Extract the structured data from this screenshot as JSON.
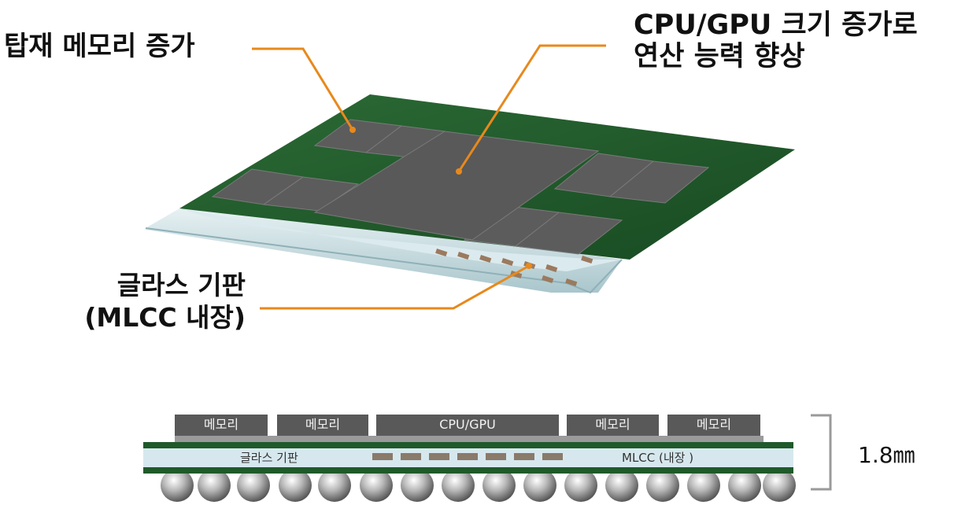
{
  "callouts": {
    "memory": "탑재 메모리 증가",
    "cpu_line1": "CPU/GPU 크기 증가로",
    "cpu_line2": "연산 능력 향상",
    "glass_line1": "글라스 기판",
    "glass_line2": "(MLCC 내장)"
  },
  "cross_section": {
    "chips": [
      "메모리",
      "메모리",
      "CPU/GPU",
      "메모리",
      "메모리"
    ],
    "substrate_label": "글라스 기판",
    "mlcc_label": "MLCC (내장 )",
    "thickness": "1.8㎜"
  },
  "colors": {
    "pcb_green": "#1f5a2a",
    "chip_gray": "#5a5a5a",
    "glass_blue": "#cfe3ea",
    "callout_orange": "#e8891c",
    "mlcc_brown": "#8a7a6a"
  }
}
